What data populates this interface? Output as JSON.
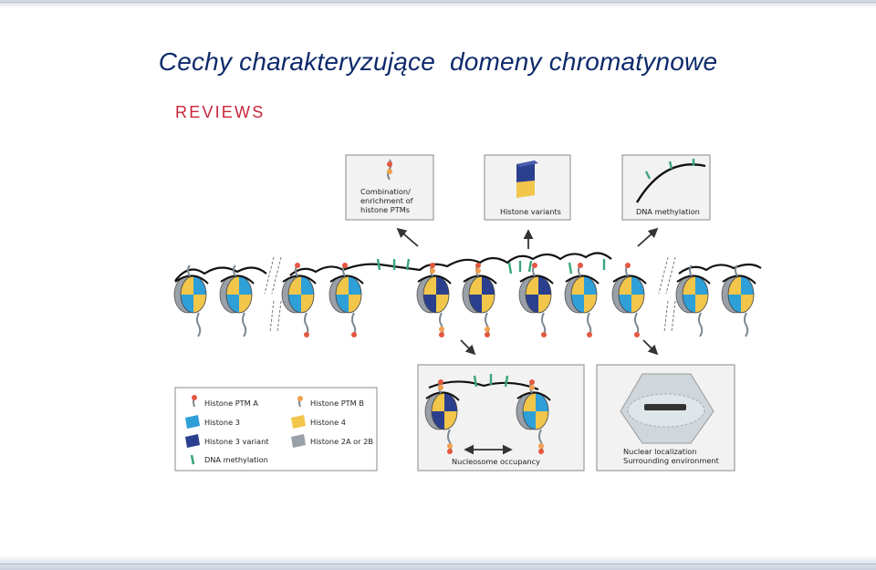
{
  "slide": {
    "title": "Cechy charakteryzujące  domeny chromatynowe"
  },
  "figure": {
    "journal_label": "REVIEWS",
    "boxes": {
      "ptm_line1": "Combination/",
      "ptm_line2": "enrichment of",
      "ptm_line3": "histone PTMs",
      "variants": "Histone variants",
      "methylation": "DNA methylation",
      "occupancy": "Nucleosome occupancy",
      "nuclear_line1": "Nuclear localization",
      "nuclear_line2": "Surrounding environment"
    },
    "legend": {
      "ptm_a": "Histone PTM A",
      "ptm_b": "Histone PTM B",
      "h3": "Histone 3",
      "h4": "Histone 4",
      "h3v": "Histone 3 variant",
      "h2": "Histone 2A or 2B",
      "dna_meth": "DNA methylation"
    },
    "colors": {
      "histone3": "#2f9fd8",
      "histone4": "#f1c64a",
      "histone3_variant": "#2b3f8f",
      "histone2": "#9aa0a8",
      "ptm_a": "#e4573f",
      "ptm_b": "#f0a050",
      "dna_methylation": "#3aa57a",
      "title_blue": "#0e2a6b",
      "reviews_red": "#c8253a"
    }
  }
}
